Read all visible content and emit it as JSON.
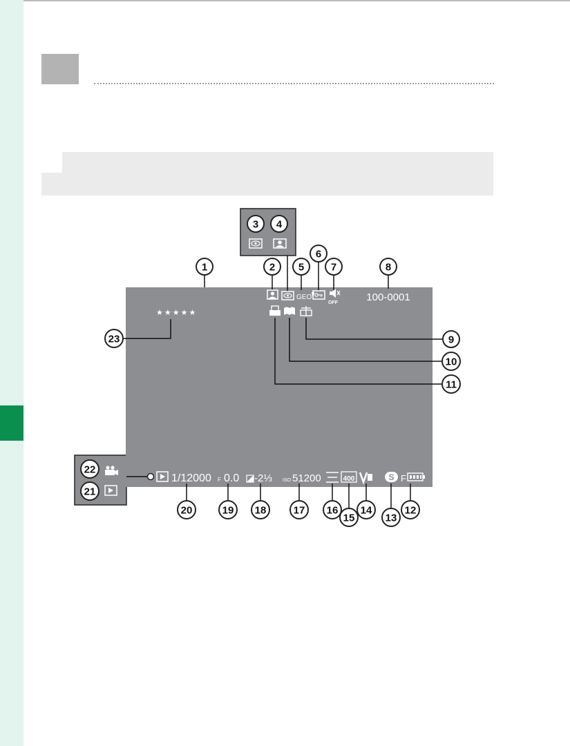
{
  "callouts": {
    "c1": "1",
    "c2": "2",
    "c3": "3",
    "c4": "4",
    "c5": "5",
    "c6": "6",
    "c7": "7",
    "c8": "8",
    "c9": "9",
    "c10": "10",
    "c11": "11",
    "c12": "12",
    "c13": "13",
    "c14": "14",
    "c15": "15",
    "c16": "16",
    "c17": "17",
    "c18": "18",
    "c19": "19",
    "c20": "20",
    "c21": "21",
    "c22": "22",
    "c23": "23"
  },
  "display": {
    "frame_number": "100-0001",
    "rating": "★★★★★",
    "shutter_speed": "1/12000",
    "aperture_prefix": "F",
    "aperture": "0.0",
    "exposure_comp": "-2⅓",
    "iso_prefix": "ISO",
    "iso": "51200",
    "geo_tag": "GEO",
    "sound_off": "OFF",
    "film_sim": "400",
    "size_badge": "S",
    "quality": "F"
  },
  "colors": {
    "screen": "#8d8e91",
    "accent": "#0a8f4e",
    "sidebar": "#e3f3ee"
  }
}
